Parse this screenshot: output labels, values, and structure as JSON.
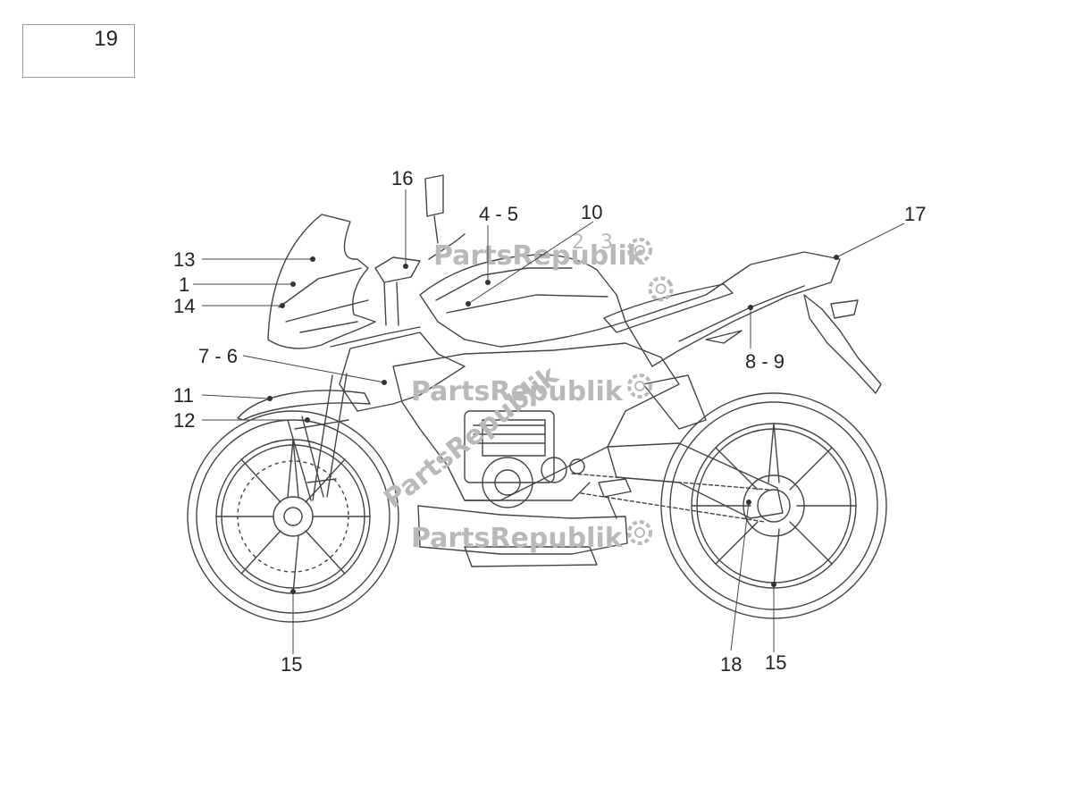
{
  "reference_box": {
    "number": "19"
  },
  "watermark": {
    "text": "PartsRepublik",
    "color": "#b9b9b9"
  },
  "callouts": [
    {
      "id": "c16",
      "label": "16"
    },
    {
      "id": "c45",
      "label": "4 - 5"
    },
    {
      "id": "c10",
      "label": "10"
    },
    {
      "id": "c17",
      "label": "17"
    },
    {
      "id": "c13",
      "label": "13"
    },
    {
      "id": "c1",
      "label": "1"
    },
    {
      "id": "c14",
      "label": "14"
    },
    {
      "id": "c76",
      "label": "7 - 6"
    },
    {
      "id": "c11",
      "label": "11"
    },
    {
      "id": "c12",
      "label": "12"
    },
    {
      "id": "c89",
      "label": "8 - 9"
    },
    {
      "id": "c15a",
      "label": "15"
    },
    {
      "id": "c18",
      "label": "18"
    },
    {
      "id": "c15b",
      "label": "15"
    }
  ],
  "faint_labels": [
    "2",
    "3"
  ],
  "icons": [
    "motorcycle-outline-icon",
    "gear-icon"
  ]
}
